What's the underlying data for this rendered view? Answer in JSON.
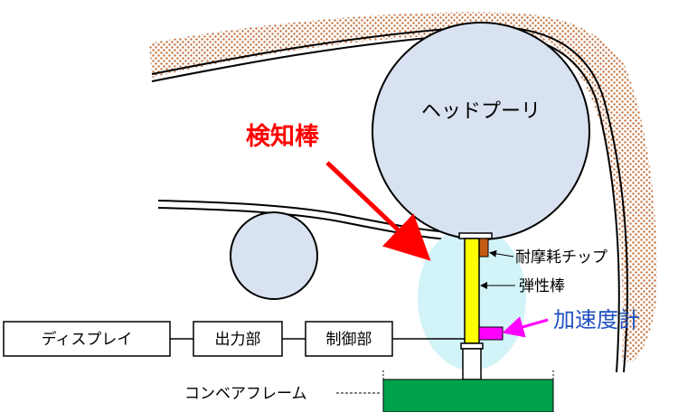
{
  "labels": {
    "head_pulley": "ヘッドプーリ",
    "detection_rod": "検知棒",
    "wear_tip": "耐摩耗チップ",
    "elastic_rod": "弾性棒",
    "accelerometer": "加速度計",
    "display": "ディスプレイ",
    "output_unit": "出力部",
    "control_unit": "制御部",
    "conveyor_frame": "コンベアフレーム"
  },
  "colors": {
    "pulley_fill": "#d9e2f1",
    "belt_material": "#c0713d",
    "highlight_zone": "#d2f3f8",
    "detection_arrow": "#ff0000",
    "accelerometer_box": "#ff00ff",
    "accelerometer_arrow": "#ff00ff",
    "elastic_rod": "#ffff00",
    "wear_tip": "#c55a11",
    "frame": "#00a14b",
    "accelerometer_text": "#1f4fbf"
  }
}
